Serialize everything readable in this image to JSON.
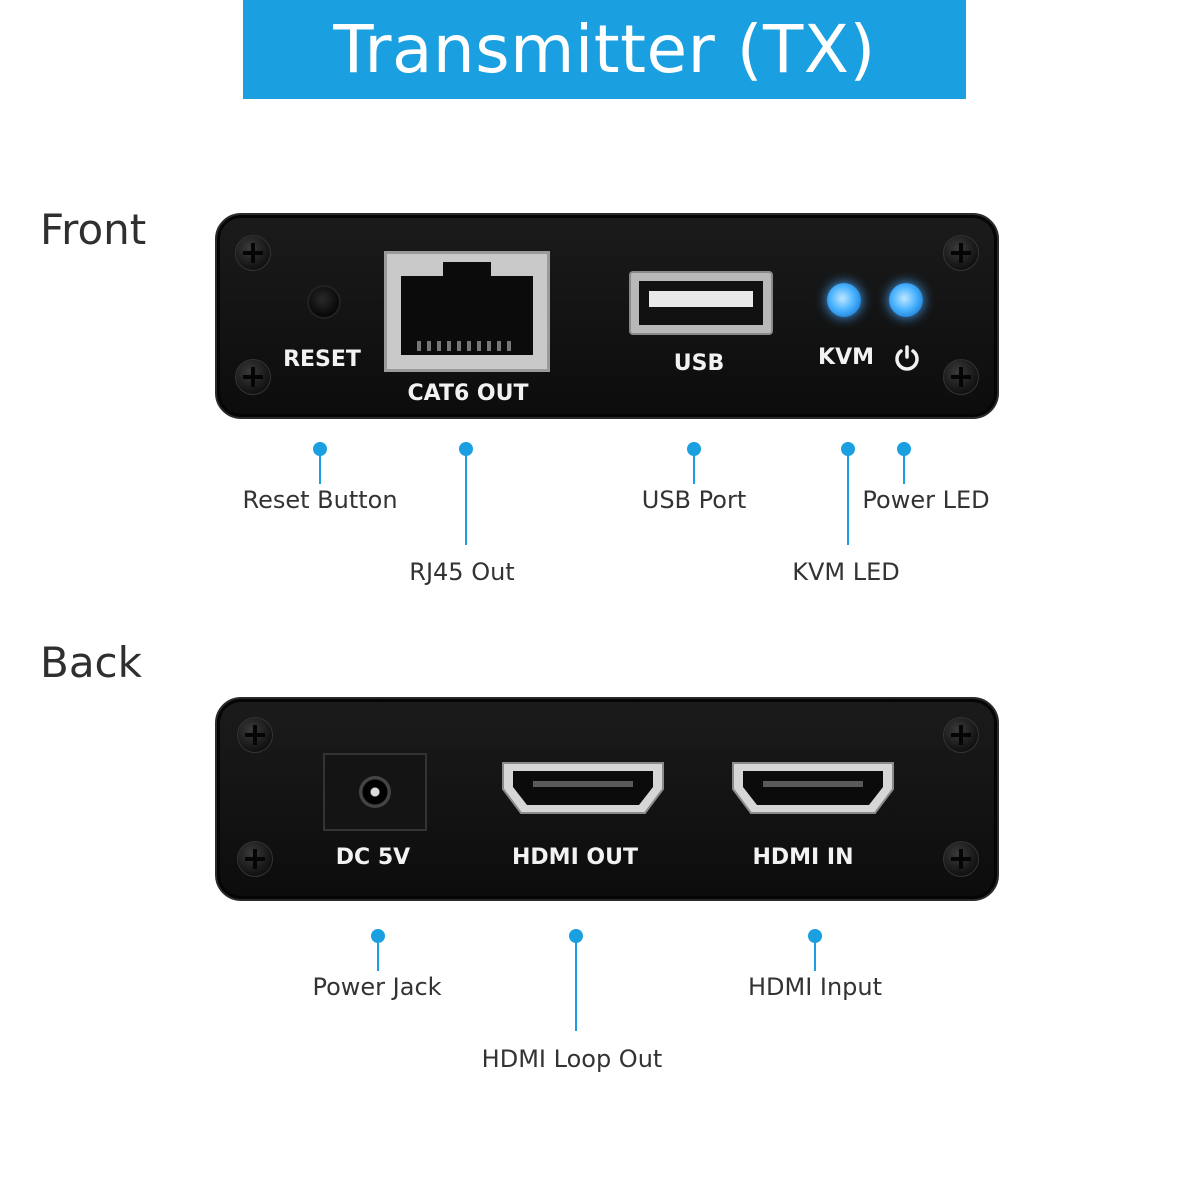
{
  "banner": {
    "title": "Transmitter (TX)"
  },
  "front": {
    "section_title": "Front",
    "panel_labels": {
      "reset": "RESET",
      "cat6": "CAT6 OUT",
      "usb": "USB",
      "kvm": "KVM"
    },
    "callouts": {
      "reset": "Reset Button",
      "rj45": "RJ45 Out",
      "usb": "USB Port",
      "kvm": "KVM LED",
      "power": "Power LED"
    }
  },
  "back": {
    "section_title": "Back",
    "panel_labels": {
      "dc": "DC 5V",
      "hdmi_out": "HDMI OUT",
      "hdmi_in": "HDMI IN"
    },
    "callouts": {
      "power_jack": "Power Jack",
      "hdmi_loop": "HDMI Loop Out",
      "hdmi_input": "HDMI Input"
    }
  },
  "colors": {
    "accent": "#1a9fe0",
    "led": "#4bb3ff",
    "panel": "#121212",
    "text": "#333333"
  },
  "icons": {
    "power": "power-symbol-icon",
    "screw": "phillips-screw-icon"
  }
}
